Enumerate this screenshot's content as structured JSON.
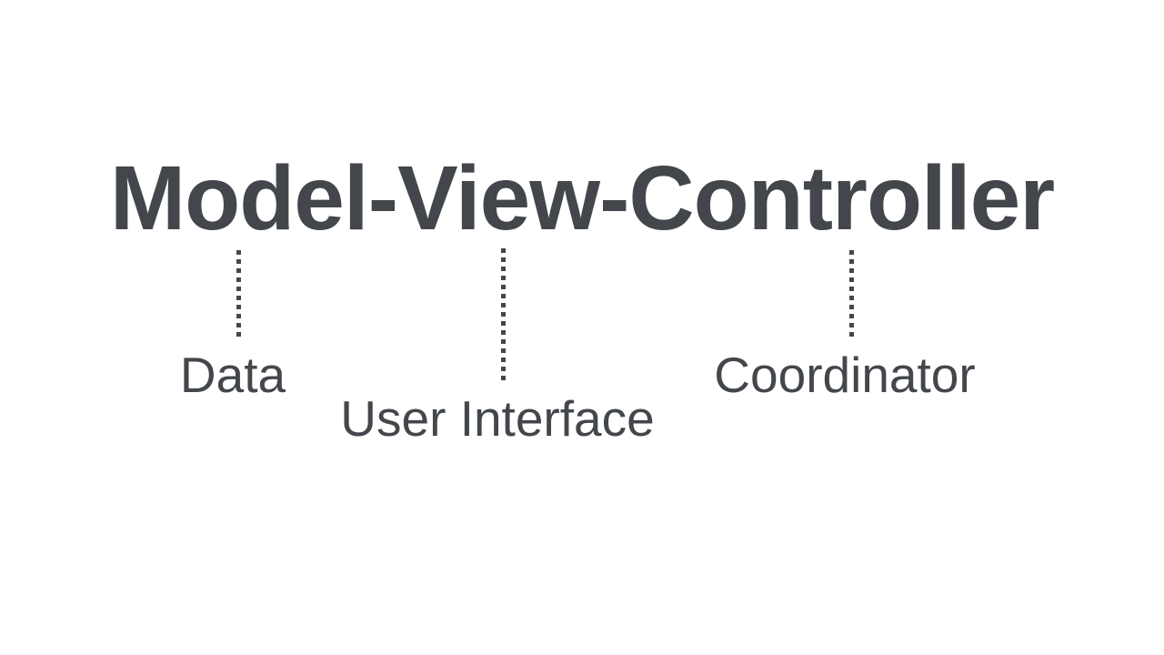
{
  "colors": {
    "ink": "#43474c",
    "background": "#ffffff"
  },
  "diagram": {
    "title": "Model-View-Controller",
    "mappings": [
      {
        "term": "Model",
        "label": "Data"
      },
      {
        "term": "View",
        "label": "User Interface"
      },
      {
        "term": "Controller",
        "label": "Coordinator"
      }
    ]
  }
}
